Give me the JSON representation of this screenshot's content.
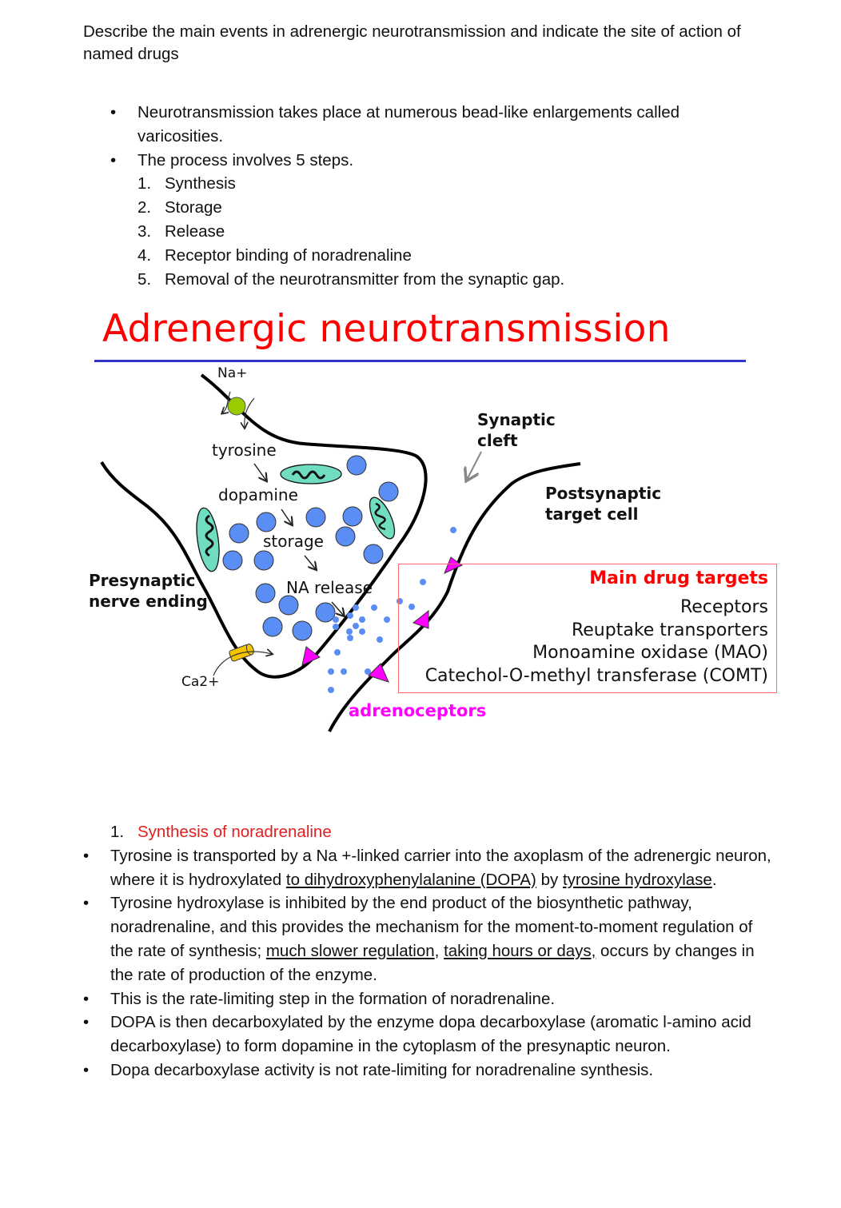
{
  "question": "Describe the main events in adrenergic neurotransmission and indicate the site of action of named drugs",
  "intro": {
    "bullets": [
      "Neurotransmission takes place at numerous bead-like enlargements called varicosities.",
      "The process involves 5 steps."
    ],
    "steps": [
      {
        "n": "1.",
        "label": "Synthesis"
      },
      {
        "n": "2.",
        "label": "Storage"
      },
      {
        "n": "3.",
        "label": "Release"
      },
      {
        "n": "4.",
        "label": "Receptor binding of noradrenaline"
      },
      {
        "n": "5.",
        "label": "Removal of the neurotransmitter from the synaptic gap."
      }
    ]
  },
  "diagram": {
    "title": "Adrenergic neurotransmission",
    "labels": {
      "na_plus": "Na+",
      "tyrosine": "tyrosine",
      "dopamine": "dopamine",
      "storage": "storage",
      "na_release": "NA release",
      "presynaptic_1": "Presynaptic",
      "presynaptic_2": "nerve ending",
      "ca": "Ca2+",
      "synaptic_1": "Synaptic",
      "synaptic_2": "cleft",
      "postsynaptic_1": "Postsynaptic",
      "postsynaptic_2": "target cell",
      "adrenoceptors": "adrenoceptors"
    },
    "drug_targets": {
      "heading": "Main drug targets",
      "items": [
        "Receptors",
        "Reuptake transporters",
        "Monoamine oxidase (MAO)",
        "Catechol-O-methyl transferase (COMT)"
      ]
    },
    "colors": {
      "title": "#ff0000",
      "rule": "#3333cc",
      "vesicle": "#5b8ef5",
      "mitochondrion": "#70dcc0",
      "carrier": "#99cc00",
      "channel": "#f5c400",
      "receptor": "#ff00ff",
      "box_border": "#ff6b6b"
    }
  },
  "section1": {
    "number": "1.",
    "heading": "Synthesis of noradrenaline",
    "bullets": [
      {
        "parts": [
          {
            "t": "Tyrosine is transported by a Na +-linked carrier into the axoplasm of the adrenergic neuron, where it is hydroxylated "
          },
          {
            "t": "to dihydroxyphenylalanine (DOPA)",
            "u": true
          },
          {
            "t": " by "
          },
          {
            "t": "tyrosine hydroxylase",
            "u": true
          },
          {
            "t": "."
          }
        ]
      },
      {
        "parts": [
          {
            "t": "Tyrosine hydroxylase is inhibited by the end product of the biosynthetic pathway, noradrenaline, and this provides the mechanism for the moment-to-moment regulation of the rate of synthesis; "
          },
          {
            "t": "much slower regulation",
            "u": true
          },
          {
            "t": ", "
          },
          {
            "t": "taking hours or days,",
            "u": true
          },
          {
            "t": " occurs by changes in the rate of production of the enzyme."
          }
        ]
      },
      {
        "parts": [
          {
            "t": "This is the rate-limiting step in the formation of noradrenaline."
          }
        ]
      },
      {
        "parts": [
          {
            "t": "DOPA is then decarboxylated by the enzyme dopa decarboxylase (aromatic l-amino acid decarboxylase) to form dopamine in the cytoplasm of the presynaptic neuron."
          }
        ]
      },
      {
        "parts": [
          {
            "t": "Dopa decarboxylase activity is not rate-limiting for noradrenaline synthesis."
          }
        ]
      }
    ]
  }
}
